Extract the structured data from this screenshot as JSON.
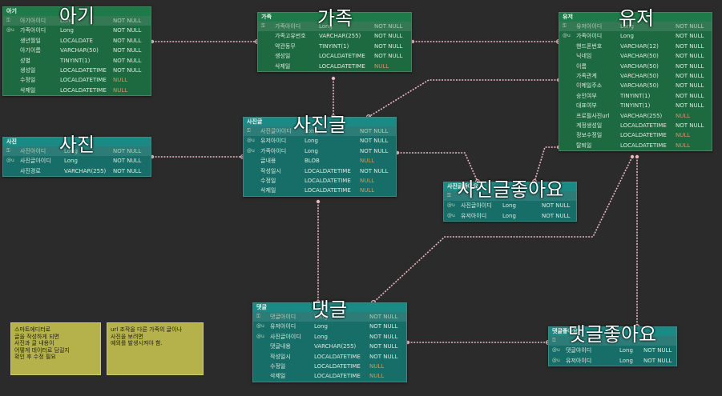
{
  "colors": {
    "green_header": "#1e7b49",
    "green_body": "#1d6a40",
    "teal_header": "#1b8a84",
    "teal_body": "#176e69",
    "connector": "#e8b7c2",
    "note_bg": "#b5b24c",
    "canvas_bg": "#2b2b2b"
  },
  "icons": {
    "primary_key": "key-icon",
    "unique": "unique-key-icon"
  },
  "tables": [
    {
      "id": "baby",
      "header": "아기",
      "title": "아기",
      "theme": "green",
      "columns": [
        {
          "key": "PK",
          "name": "아기아이디",
          "type": "Long",
          "nullable": "NOT NULL",
          "pk": true
        },
        {
          "key": "FK",
          "name": "가족아이디",
          "type": "Long",
          "nullable": "NOT NULL"
        },
        {
          "key": "",
          "name": "생년월일",
          "type": "LOCALDATE",
          "nullable": "NOT NULL"
        },
        {
          "key": "",
          "name": "아기이름",
          "type": "VARCHAR(50)",
          "nullable": "NOT NULL"
        },
        {
          "key": "",
          "name": "성별",
          "type": "TINYINT(1)",
          "nullable": "NOT NULL"
        },
        {
          "key": "",
          "name": "생성일",
          "type": "LOCALDATETIME",
          "nullable": "NOT NULL"
        },
        {
          "key": "",
          "name": "수정일",
          "type": "LOCALDATETIME",
          "nullable": "NULL"
        },
        {
          "key": "",
          "name": "삭제일",
          "type": "LOCALDATETIME",
          "nullable": "NULL"
        }
      ]
    },
    {
      "id": "family",
      "header": "가족",
      "title": "가족",
      "theme": "green",
      "columns": [
        {
          "key": "PK",
          "name": "가족아이디",
          "type": "Long",
          "nullable": "NOT NULL",
          "pk": true
        },
        {
          "key": "",
          "name": "가족고유번호",
          "type": "VARCHAR(255)",
          "nullable": "NOT NULL"
        },
        {
          "key": "",
          "name": "약관동무",
          "type": "TINYINT(1)",
          "nullable": "NOT NULL"
        },
        {
          "key": "",
          "name": "생성일",
          "type": "LOCALDATETIME",
          "nullable": "NOT NULL"
        },
        {
          "key": "",
          "name": "삭제일",
          "type": "LOCALDATETIME",
          "nullable": "NULL"
        }
      ]
    },
    {
      "id": "user",
      "header": "유저",
      "title": "유저",
      "theme": "green",
      "columns": [
        {
          "key": "PK",
          "name": "유저아이디",
          "type": "Long",
          "nullable": "NOT NULL",
          "pk": true
        },
        {
          "key": "FK",
          "name": "가족아이디",
          "type": "Long",
          "nullable": "NOT NULL"
        },
        {
          "key": "",
          "name": "핸드폰번호",
          "type": "VARCHAR(12)",
          "nullable": "NOT NULL"
        },
        {
          "key": "",
          "name": "닉네임",
          "type": "VARCHAR(50)",
          "nullable": "NOT NULL"
        },
        {
          "key": "",
          "name": "이름",
          "type": "VARCHAR(50)",
          "nullable": "NOT NULL"
        },
        {
          "key": "",
          "name": "가족관계",
          "type": "VARCHAR(50)",
          "nullable": "NOT NULL"
        },
        {
          "key": "",
          "name": "이메일주소",
          "type": "VARCHAR(50)",
          "nullable": "NOT NULL"
        },
        {
          "key": "",
          "name": "승인여부",
          "type": "TINYINT(1)",
          "nullable": "NOT NULL"
        },
        {
          "key": "",
          "name": "대표여부",
          "type": "TINYINT(1)",
          "nullable": "NOT NULL"
        },
        {
          "key": "",
          "name": "프로필사진url",
          "type": "VARCHAR(255)",
          "nullable": "NULL"
        },
        {
          "key": "",
          "name": "계정생성일",
          "type": "LOCALDATETIME",
          "nullable": "NOT NULL"
        },
        {
          "key": "",
          "name": "정보수정일",
          "type": "LOCALDATETIME",
          "nullable": "NULL"
        },
        {
          "key": "",
          "name": "탈퇴일",
          "type": "LOCALDATETIME",
          "nullable": "NULL"
        }
      ]
    },
    {
      "id": "photo",
      "header": "사진",
      "title": "사진",
      "theme": "teal",
      "columns": [
        {
          "key": "PK",
          "name": "사진아이디",
          "type": "Long",
          "nullable": "NOT NULL",
          "pk": true
        },
        {
          "key": "FK",
          "name": "사진글아이디",
          "type": "Long",
          "nullable": "NOT NULL"
        },
        {
          "key": "",
          "name": "사진경로",
          "type": "VARCHAR(255)",
          "nullable": "NOT NULL"
        }
      ]
    },
    {
      "id": "post",
      "header": "사진글",
      "title": "사진글",
      "theme": "teal",
      "columns": [
        {
          "key": "PK",
          "name": "사진글아이디",
          "type": "Long",
          "nullable": "NOT NULL",
          "pk": true
        },
        {
          "key": "FK",
          "name": "유저아이디",
          "type": "Long",
          "nullable": "NOT NULL"
        },
        {
          "key": "FK",
          "name": "가족아이디",
          "type": "Long",
          "nullable": "NOT NULL"
        },
        {
          "key": "",
          "name": "글내용",
          "type": "BLOB",
          "nullable": "NULL"
        },
        {
          "key": "",
          "name": "작성일시",
          "type": "LOCALDATETIME",
          "nullable": "NOT NULL"
        },
        {
          "key": "",
          "name": "수정일",
          "type": "LOCALDATETIME",
          "nullable": "NULL"
        },
        {
          "key": "",
          "name": "삭제일",
          "type": "LOCALDATETIME",
          "nullable": "NULL"
        }
      ]
    },
    {
      "id": "post_like",
      "header": "사진글좋아요",
      "title": "사진글좋아요",
      "theme": "teal",
      "columns": [
        {
          "key": "PK",
          "name": "",
          "type": "",
          "nullable": "",
          "pk": true
        },
        {
          "key": "FK",
          "name": "사진글아이디",
          "type": "Long",
          "nullable": "NOT NULL"
        },
        {
          "key": "FK",
          "name": "유저아이디",
          "type": "Long",
          "nullable": "NOT NULL"
        }
      ]
    },
    {
      "id": "comment",
      "header": "댓글",
      "title": "댓글",
      "theme": "teal",
      "columns": [
        {
          "key": "PK",
          "name": "댓글아이디",
          "type": "Long",
          "nullable": "NOT NULL",
          "pk": true
        },
        {
          "key": "FK",
          "name": "유저아이디",
          "type": "Long",
          "nullable": "NOT NULL"
        },
        {
          "key": "FK",
          "name": "사진글아이디",
          "type": "Long",
          "nullable": "NOT NULL"
        },
        {
          "key": "",
          "name": "댓글내용",
          "type": "VARCHAR(255)",
          "nullable": "NOT NULL"
        },
        {
          "key": "",
          "name": "작성일시",
          "type": "LOCALDATETIME",
          "nullable": "NOT NULL"
        },
        {
          "key": "",
          "name": "수정일",
          "type": "LOCALDATETIME",
          "nullable": "NULL"
        },
        {
          "key": "",
          "name": "삭제일",
          "type": "LOCALDATETIME",
          "nullable": "NULL"
        }
      ]
    },
    {
      "id": "comment_like",
      "header": "댓글좋아요",
      "title": "댓글좋아요",
      "theme": "teal",
      "columns": [
        {
          "key": "PK",
          "name": "",
          "type": "",
          "nullable": "",
          "pk": true
        },
        {
          "key": "FK",
          "name": "댓글아이디",
          "type": "Long",
          "nullable": "NOT NULL"
        },
        {
          "key": "FK",
          "name": "유저아이디",
          "type": "Long",
          "nullable": "NOT NULL"
        }
      ]
    }
  ],
  "relations": [
    {
      "from": "baby",
      "to": "family"
    },
    {
      "from": "family",
      "to": "user"
    },
    {
      "from": "photo",
      "to": "post"
    },
    {
      "from": "family",
      "to": "post"
    },
    {
      "from": "user",
      "to": "post"
    },
    {
      "from": "post",
      "to": "post_like"
    },
    {
      "from": "user",
      "to": "post_like"
    },
    {
      "from": "post",
      "to": "comment"
    },
    {
      "from": "user",
      "to": "comment"
    },
    {
      "from": "comment",
      "to": "comment_like"
    },
    {
      "from": "user",
      "to": "comment_like"
    }
  ],
  "notes": [
    {
      "id": "note-smart-editor",
      "text": "스마트에디터로\n글을 작성하게 되면\n사진과 글 내용이\n어떻게 데이터로 담길지\n확인 후 수정 필요"
    },
    {
      "id": "note-url-check",
      "text": "url 조작을 다른 가족의 글이나\n사진을 보려면\n예외를 발생시켜야 함."
    }
  ]
}
